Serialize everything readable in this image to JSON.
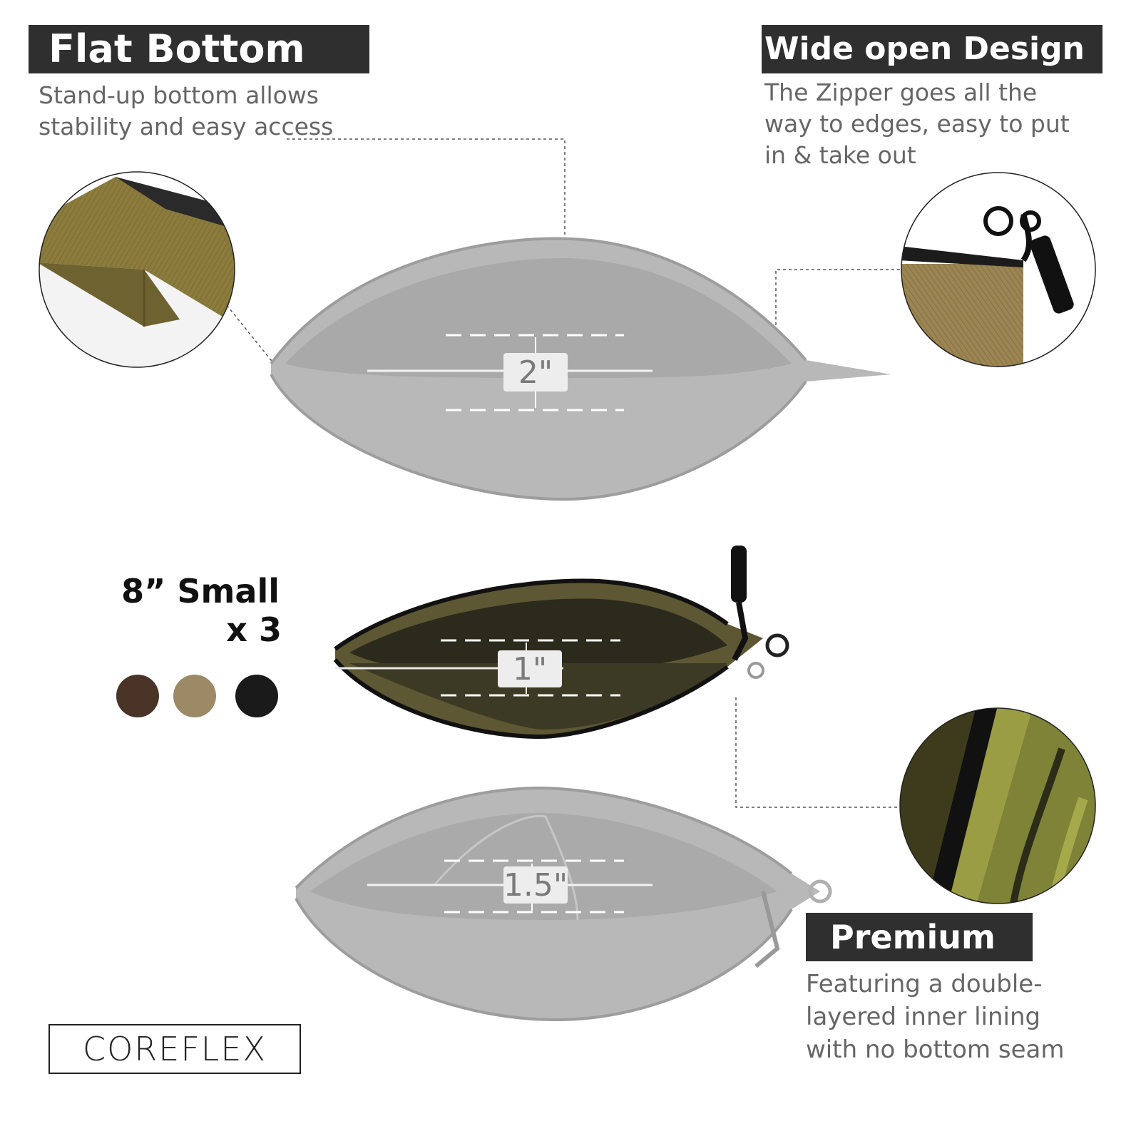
{
  "features": {
    "flat_bottom": {
      "title": "Flat Bottom",
      "description": "Stand-up bottom allows\nstability and easy access"
    },
    "wide_open": {
      "title": "Wide open Design",
      "description": "The Zipper goes all the\nway to edges, easy to put\n in & take out"
    },
    "premium": {
      "title": "Premium",
      "description": "Featuring a double-\nlayered inner lining\nwith no bottom seam"
    }
  },
  "product": {
    "size_label": "8” Small",
    "quantity_label": "x 3",
    "colors": [
      {
        "name": "brown",
        "hex": "#4a3327"
      },
      {
        "name": "tan",
        "hex": "#9c8a67"
      },
      {
        "name": "black",
        "hex": "#1a1a1a"
      }
    ]
  },
  "measurements": {
    "top": "2\"",
    "middle": "1\"",
    "bottom": "1.5\""
  },
  "brand": {
    "logo_text": "COREFLEX"
  },
  "colors": {
    "title_bar": "#2f2f2f",
    "pouch_gray": "#b5b5b5",
    "pouch_olive": "#5a5433",
    "lining_green": "#8a8f3c"
  }
}
